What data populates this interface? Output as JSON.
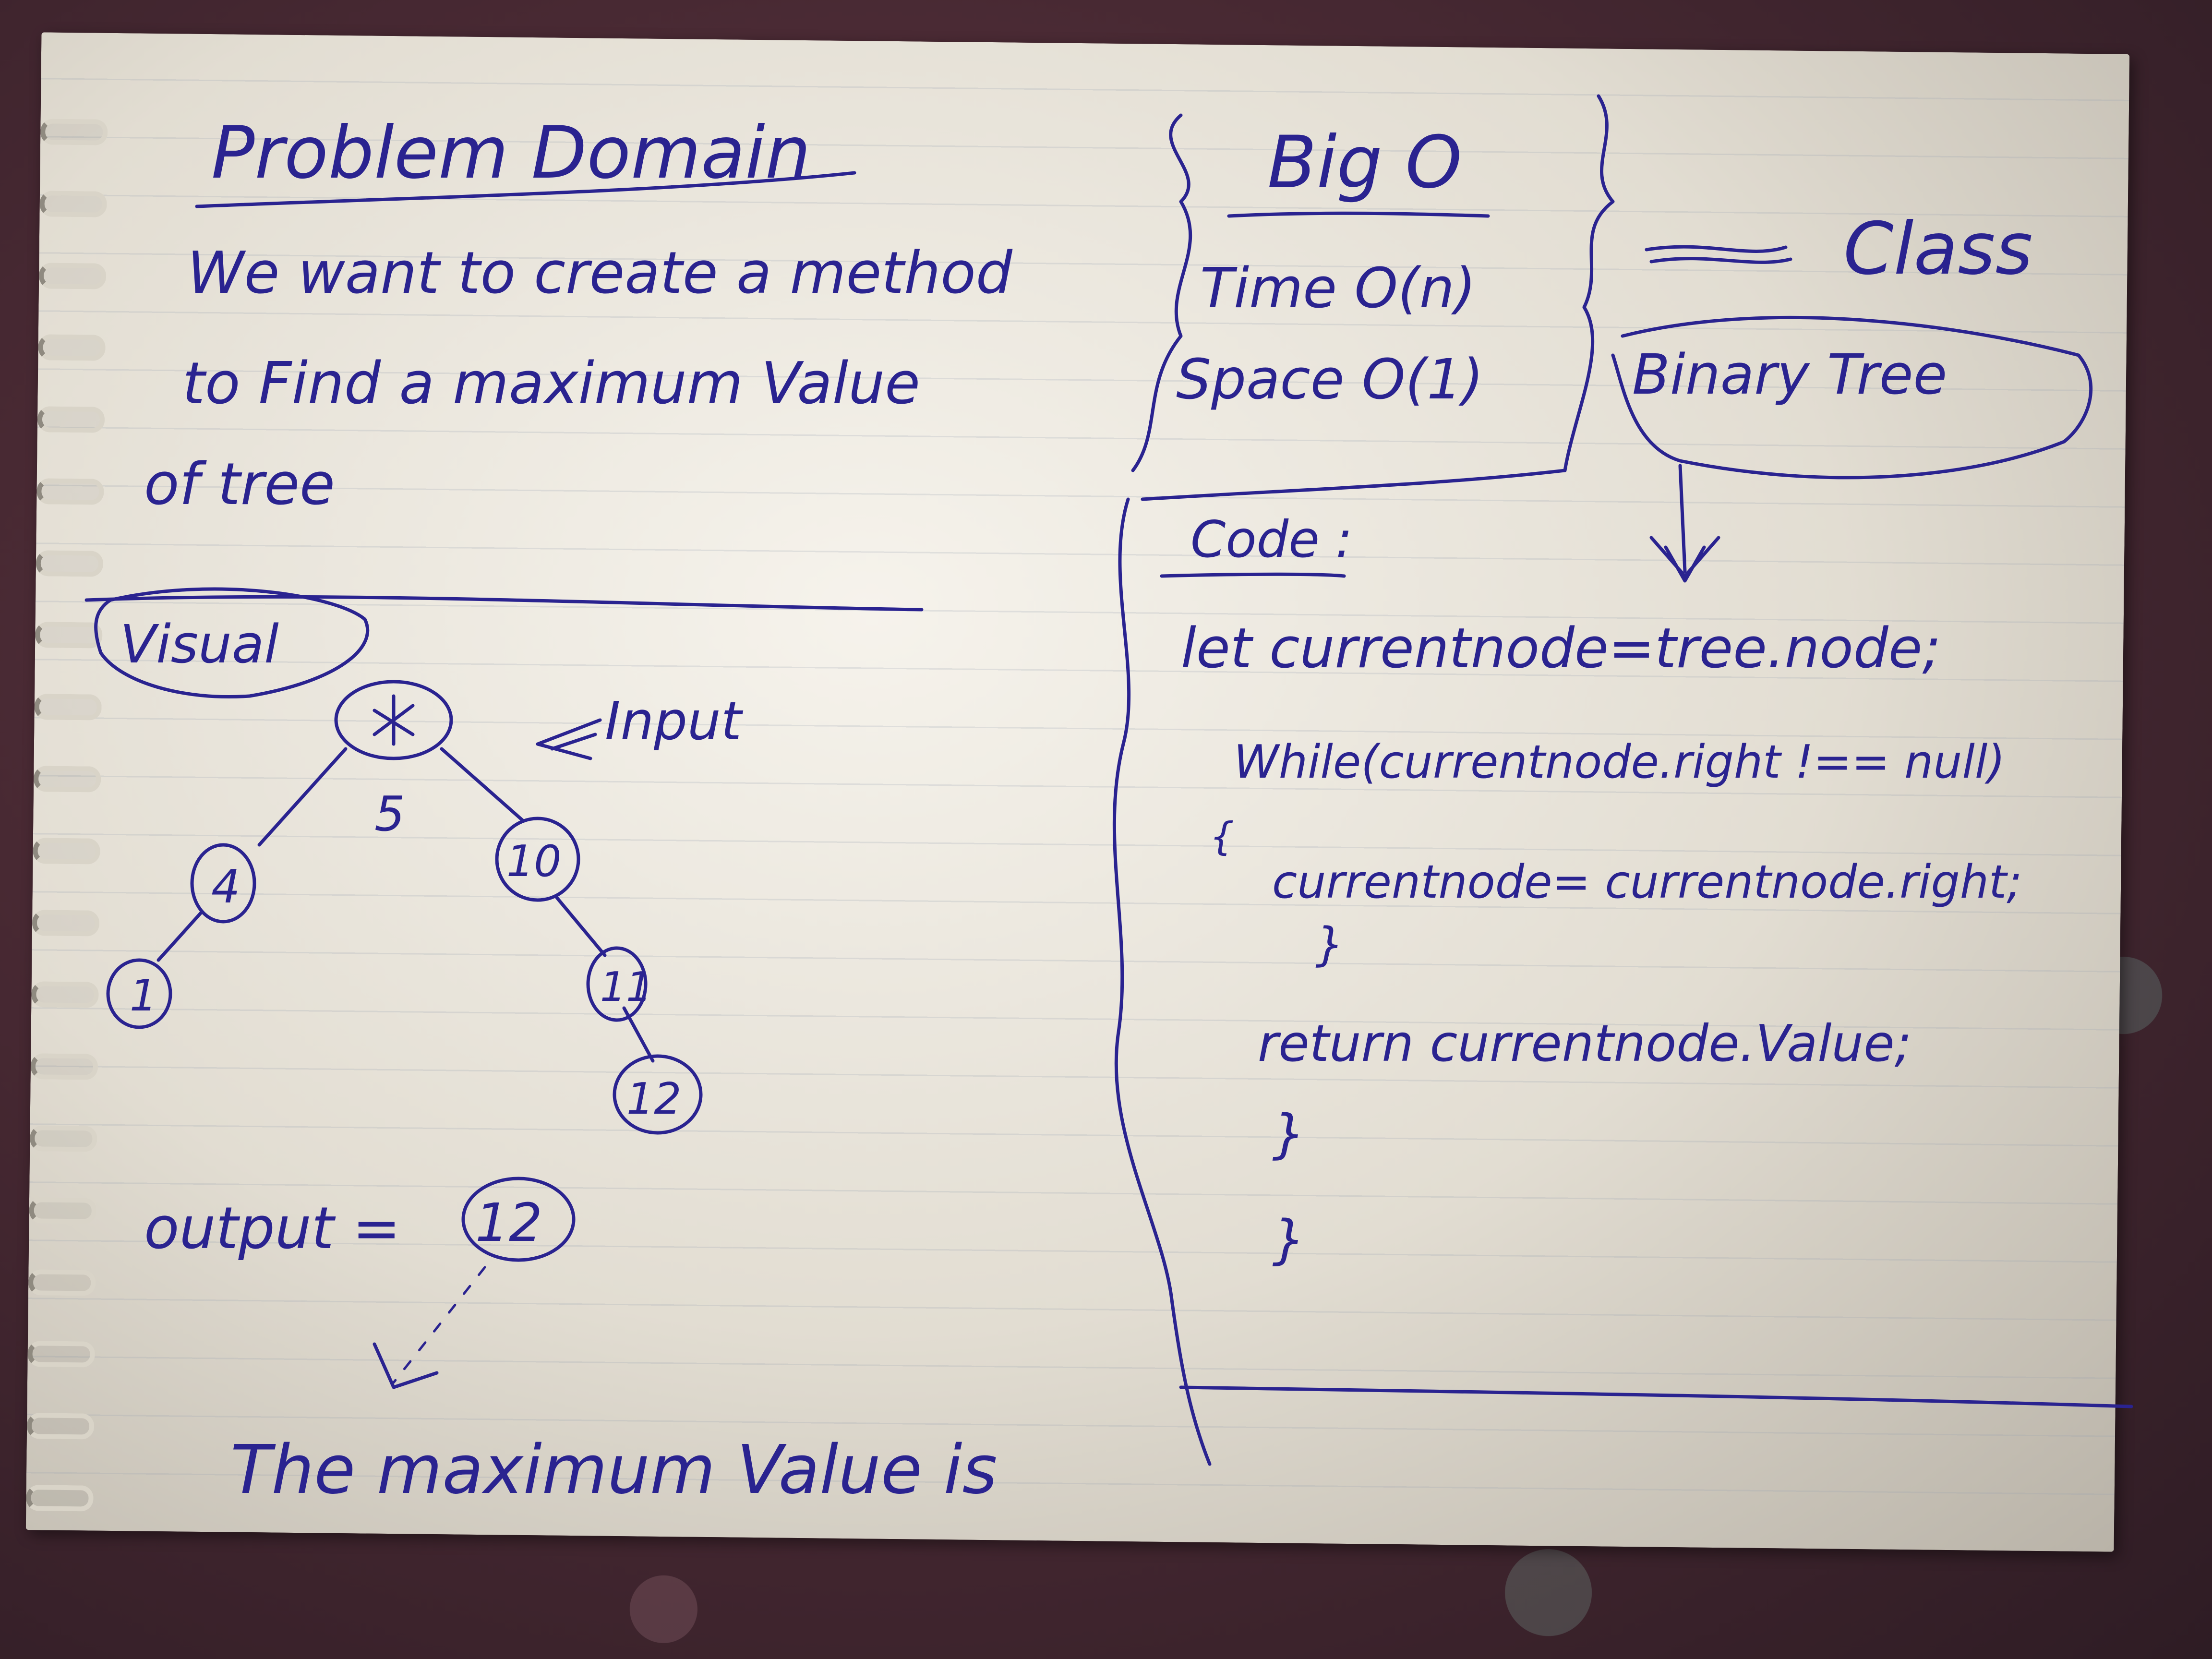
{
  "problem_domain": {
    "title": "Problem Domain",
    "line1": "We want to create a method",
    "line2": "to Find a maximum Value",
    "line3": "of tree"
  },
  "big_o": {
    "title": "Big O",
    "time": "Time O(n)",
    "space": "Space O(1)"
  },
  "class_box": {
    "title": "Class",
    "name": "Binary Tree"
  },
  "visual": {
    "label": "Visual",
    "input_label": "Input",
    "nodes": [
      "5",
      "4",
      "10",
      "1",
      "11",
      "12"
    ],
    "output_label": "output =",
    "output_value": "12",
    "conclusion": "The maximum Value is"
  },
  "code": {
    "label": "Code :",
    "lines": [
      "let currentnode=tree.node;",
      "While(currentnode.right !== null)",
      "{",
      "currentnode= currentnode.right;",
      "}",
      "return currentnode.Value;",
      "}",
      "}"
    ]
  },
  "colors": {
    "ink": "#2a2390",
    "paper": "#f2efe7"
  }
}
